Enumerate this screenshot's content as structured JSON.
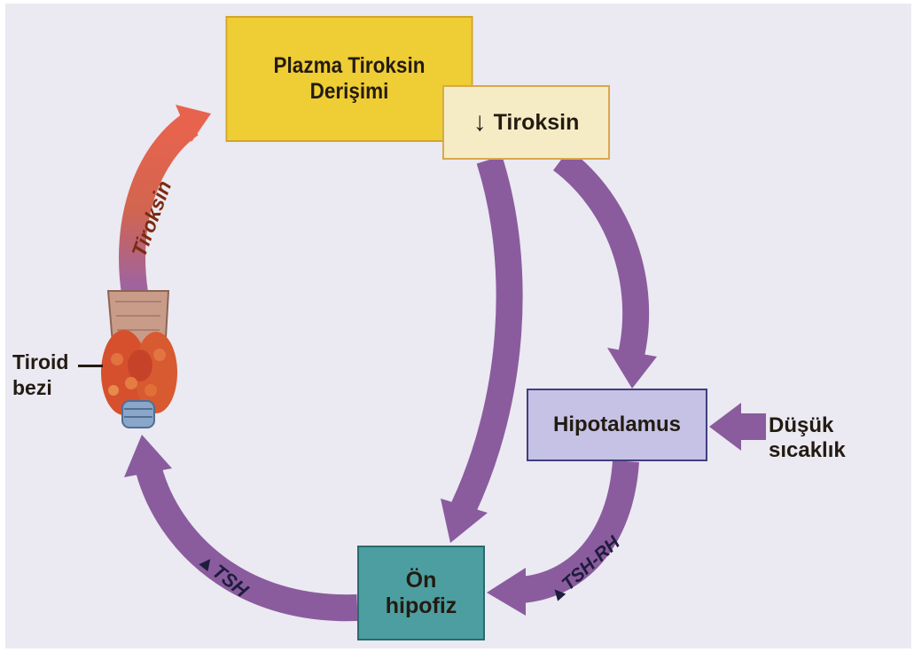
{
  "diagram": {
    "box_plasma_line1": "Plazma Tiroksin",
    "box_plasma_line2": "Derişimi",
    "box_tiroksin_arrow": "↓",
    "box_tiroksin_label": "Tiroksin",
    "box_hipotalamus": "Hipotalamus",
    "box_onhipofiz_line1": "Ön",
    "box_onhipofiz_line2": "hipofiz",
    "thyroid_label_line1": "Tiroid",
    "thyroid_label_line2": "bezi",
    "cold_label": "Düşük sıcaklık",
    "arrow_thyroxine_label": "Tiroksin",
    "arrow_tsh_label": "▲TSH",
    "arrow_tshrh_label": "▲TSH-RH"
  },
  "colors": {
    "purple_arrow": "#8a5c9e",
    "red_arrow": "#df5c4e",
    "plasma_box": "#efcd34",
    "tiroksin_box": "#f5ecc6",
    "hipotalamus_box": "#c6c2e6",
    "onhipofiz_box": "#4d9ea0"
  }
}
